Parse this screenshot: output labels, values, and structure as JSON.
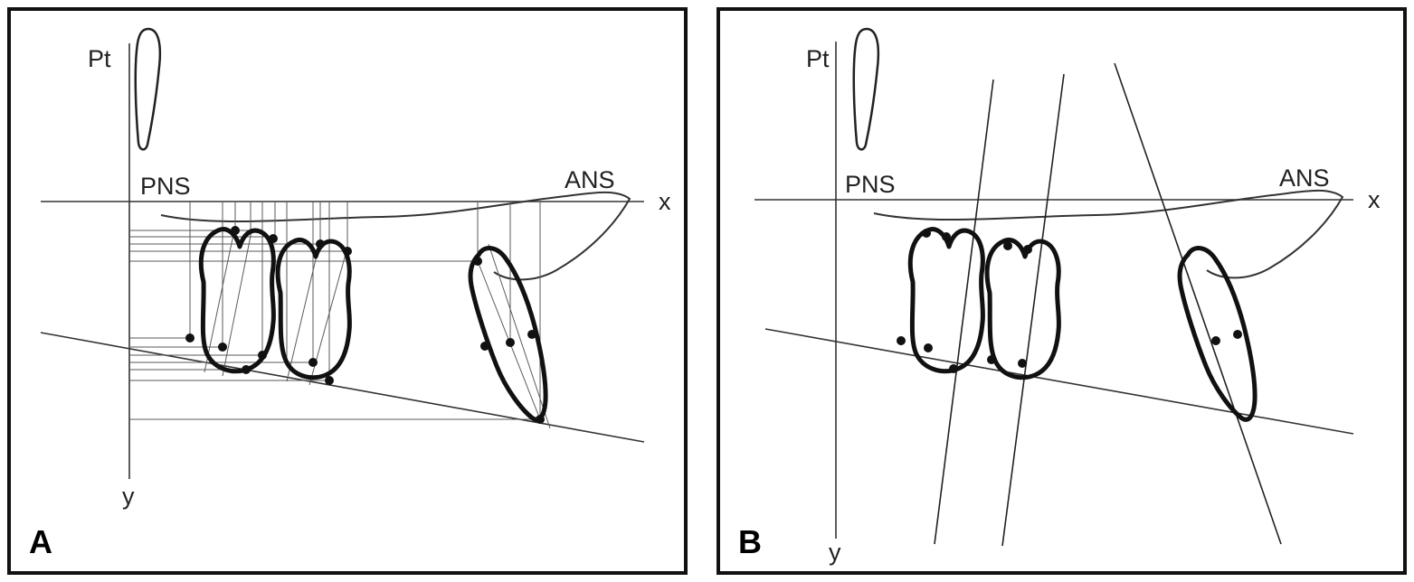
{
  "figure": {
    "type": "cephalometric-tracing-diagram",
    "background_color": "#ffffff",
    "border_color": "#111111",
    "line_color": "#222222",
    "thin_line_color": "#5a5a5a",
    "panels": [
      {
        "letter": "A",
        "labels": {
          "pt": "Pt",
          "pns": "PNS",
          "ans": "ANS",
          "x_axis": "x",
          "y_axis": "y"
        }
      },
      {
        "letter": "B",
        "labels": {
          "pt": "Pt",
          "pns": "PNS",
          "ans": "ANS",
          "x_axis": "x",
          "y_axis": "y"
        }
      }
    ]
  }
}
